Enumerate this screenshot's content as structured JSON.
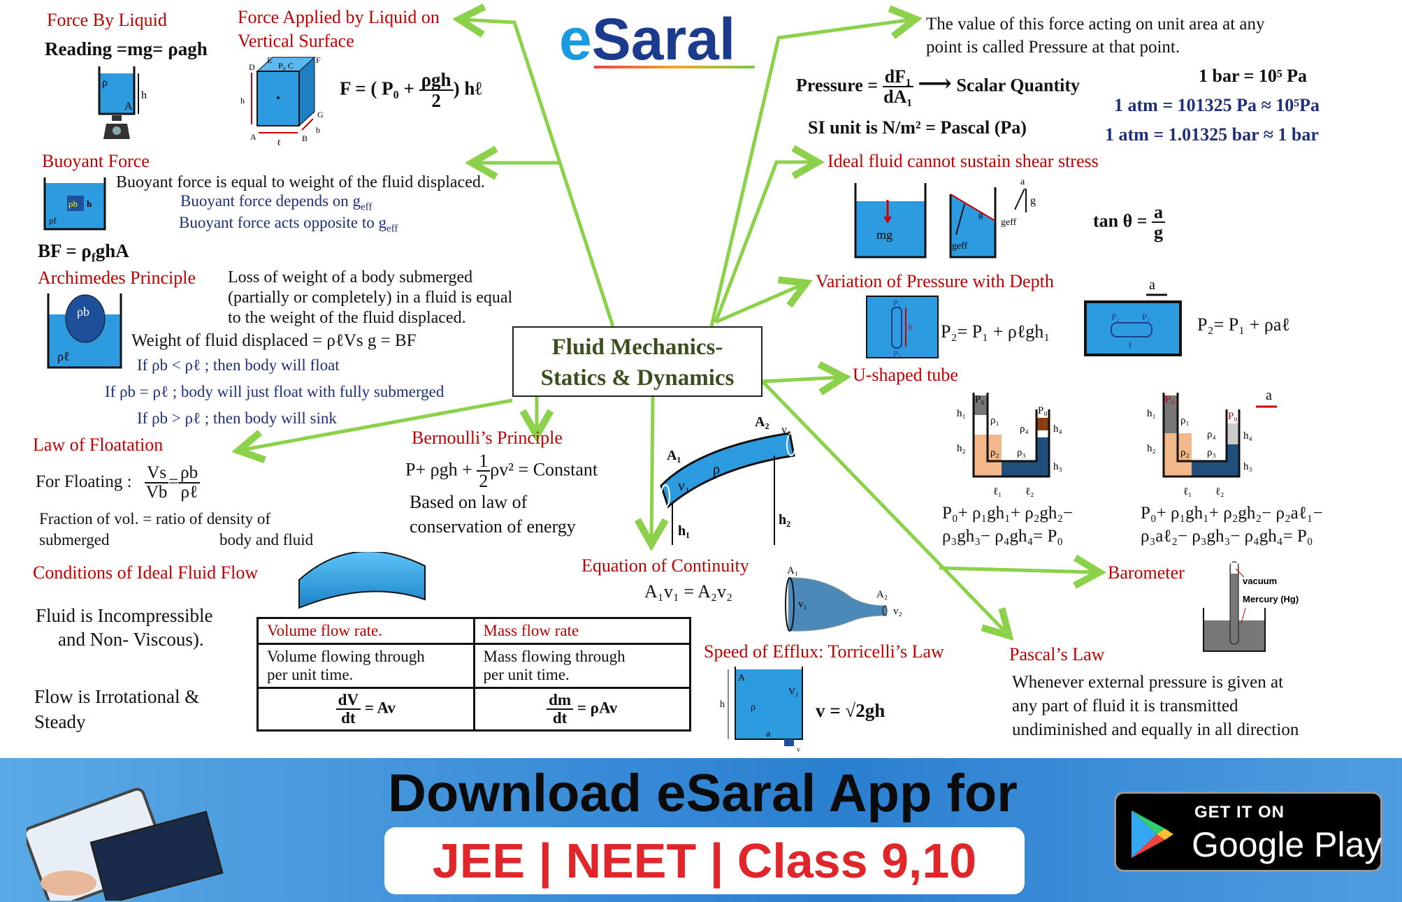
{
  "logo": {
    "e": "e",
    "rest": "Saral"
  },
  "center": {
    "line1": "Fluid Mechanics-",
    "line2": "Statics & Dynamics"
  },
  "force_by_liquid": {
    "title": "Force By Liquid",
    "reading": "Reading =mg= ρagh",
    "labels": {
      "rho": "ρ",
      "h": "h",
      "A": "A"
    }
  },
  "force_vertical": {
    "title1": "Force Applied by Liquid on",
    "title2": "Vertical Surface",
    "lhs": "F = (",
    "p0": "P₀ +",
    "num": "ρgh",
    "den": "2",
    "rhs": ") hℓ",
    "labels": {
      "E": "E",
      "F": "F",
      "D": "D",
      "P0C": "P₀ C",
      "h": "h",
      "A": "A",
      "B": "B",
      "G": "G",
      "b": "b",
      "l": "ℓ"
    }
  },
  "buoyant": {
    "title": "Buoyant Force",
    "line1": "Buoyant force is equal to weight  of the fluid displaced.",
    "line2": "Buoyant force depends on g",
    "line3": "Buoyant force acts opposite to g",
    "sub": "eff",
    "bf": "BF = ρ",
    "bf_sub": "f",
    "bf_rest": "ghA",
    "labels": {
      "rhob": "ρb",
      "h": "h",
      "rhof": "ρf"
    }
  },
  "archimedes": {
    "title": "Archimedes  Principle",
    "text": [
      "Loss of weight of a body submerged",
      "(partially or completely) in a fluid is equal",
      "to the weight of the fluid displaced."
    ],
    "weight": "Weight of fluid displaced = ρℓVs g = BF",
    "conditions": [
      "If ρb < ρℓ ; then body will float",
      "If ρb = ρℓ ; body will just float with fully submerged",
      "If ρb > ρℓ ; then body will sink"
    ],
    "labels": {
      "rhob": "ρb",
      "rhol": "ρℓ"
    }
  },
  "floatation": {
    "title": "Law of Floatation",
    "for_floating": "For Floating :",
    "vs": "Vs",
    "vb": "Vb",
    "rb": "ρb",
    "rl": "ρℓ",
    "eq": "=",
    "fraction1": "Fraction of vol.  =  ratio of density of",
    "fraction2a": "submerged",
    "fraction2b": "body and fluid"
  },
  "ideal_flow": {
    "title": "Conditions of Ideal Fluid Flow",
    "c1a": "Fluid is Incompressible",
    "c1b": "and Non- Viscous).",
    "c2a": "Flow is Irrotational &",
    "c2b": "Steady"
  },
  "flow_table": {
    "headers": [
      "Volume flow rate.",
      "Mass flow rate"
    ],
    "desc": [
      [
        "Volume flowing through",
        "per unit time."
      ],
      [
        "Mass flowing through",
        "per unit time."
      ]
    ],
    "formulas": [
      {
        "num": "dV",
        "den": "dt",
        "rhs": "= Av"
      },
      {
        "num": "dm",
        "den": "dt",
        "rhs": "= ρAv"
      }
    ]
  },
  "bernoulli": {
    "title": "Bernoulli’s Principle",
    "lhs": "P+ ρgh  +",
    "num": "1",
    "den": "2",
    "rhs": "ρv² = Constant",
    "based1": "Based on law of",
    "based2": "conservation of energy",
    "labels": {
      "A1": "A₁",
      "A2": "A₂",
      "v1": "v₁",
      "v2": "v₂",
      "rho": "ρ",
      "h1": "h₁",
      "h2": "h₂"
    }
  },
  "continuity": {
    "title": "Equation of Continuity",
    "eq": "A₁v₁ = A₂v₂",
    "labels": {
      "A1": "A₁",
      "A2": "A₂",
      "v1": "v₁",
      "v2": "v₂"
    }
  },
  "torricelli": {
    "title": "Speed of Efflux: Torricelli’s Law",
    "eq": "v = √2gh",
    "labels": {
      "A": "A",
      "h": "h",
      "rho": "ρ",
      "a": "a",
      "v1": "V₁",
      "v": "v"
    }
  },
  "pressure": {
    "definition": [
      "The value of this force acting on unit area at any",
      "point is called Pressure at that point."
    ],
    "lhs": "Pressure =",
    "num": "dF₁",
    "den": "dA₁",
    "arrow": "⟶",
    "scalar": "Scalar Quantity",
    "si": "SI unit is  N/m²  = Pascal (Pa)",
    "bar": "1 bar = 10⁵ Pa",
    "atm1": "1 atm = 101325 Pa ≈ 10⁵Pa",
    "atm2": "1 atm = 1.01325 bar ≈ 1 bar"
  },
  "shear": {
    "title": "Ideal fluid cannot sustain shear stress",
    "tan": "tan θ =",
    "num": "a",
    "den": "g",
    "labels": {
      "mg": "mg",
      "geff": "geff",
      "theta": "θ",
      "a": "a",
      "g": "g"
    }
  },
  "depth": {
    "title": "Variation of Pressure with Depth",
    "eq1": "P₂= P₁ + ρℓgh₁",
    "eq2": "P₂= P₁ + ρaℓ",
    "labels": {
      "P1": "P₁",
      "P2": "P₂",
      "h": "h",
      "l": "ℓ",
      "a": "a"
    }
  },
  "utube": {
    "title": "U-shaped tube",
    "eq1": [
      "P₀+ ρ₁gh₁+ ρ₂gh₂−",
      "ρ₃gh₃− ρ₄gh₄= P₀"
    ],
    "eq2": [
      "P₀+ ρ₁gh₁+ ρ₂gh₂− ρ₂aℓ₁−",
      "ρ₃aℓ₂− ρ₃gh₃− ρ₄gh₄= P₀"
    ],
    "labels": {
      "P0": "P₀",
      "h1": "h₁",
      "h2": "h₂",
      "h3": "h₃",
      "h4": "h₄",
      "r1": "ρ₁",
      "r2": "ρ₂",
      "r3": "ρ₃",
      "r4": "ρ₄",
      "l1": "ℓ₁",
      "l2": "ℓ₂",
      "a": "a"
    }
  },
  "barometer": {
    "title": "Barometer",
    "vacuum": "vacuum",
    "mercury": "Mercury (Hg)"
  },
  "pascal": {
    "title": "Pascal’s Law",
    "text": [
      "Whenever external pressure is given at",
      "any part of fluid it is transmitted",
      "undiminished and  equally in all direction"
    ]
  },
  "banner": {
    "download": "Download eSaral App for",
    "exams": "JEE | NEET | Class 9,10",
    "badge_small": "GET IT ON",
    "badge_big": "Google Play"
  },
  "colors": {
    "heading": "#c00000",
    "navy": "#1f2f7a",
    "arrow": "#8cd14a",
    "water": "#2d9be0",
    "banner": "#3a8fdc"
  }
}
